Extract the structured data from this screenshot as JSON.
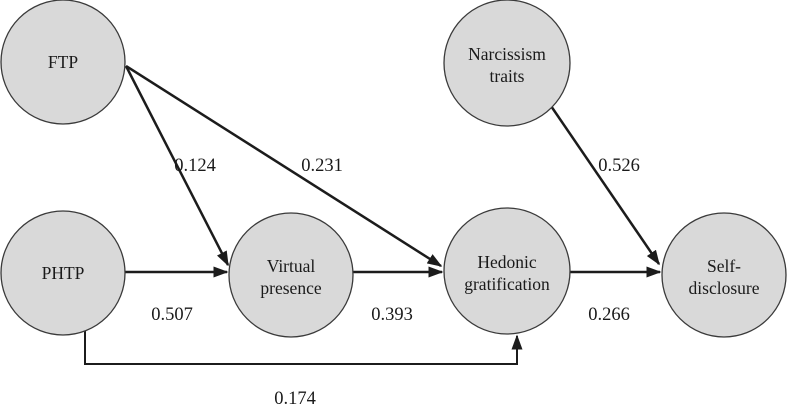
{
  "diagram": {
    "type": "path-model",
    "colors": {
      "background": "#ffffff",
      "node_fill": "#d9d9d9",
      "node_stroke": "#3a3a3a",
      "edge": "#1c1c1c",
      "text": "#1a1a1a"
    },
    "nodes": [
      {
        "id": "ftp",
        "lines": [
          "FTP"
        ]
      },
      {
        "id": "narcissism-traits",
        "lines": [
          "Narcissism",
          "traits"
        ]
      },
      {
        "id": "phtp",
        "lines": [
          "PHTP"
        ]
      },
      {
        "id": "virtual-presence",
        "lines": [
          "Virtual",
          "presence"
        ]
      },
      {
        "id": "hedonic-gratification",
        "lines": [
          "Hedonic",
          "gratification"
        ]
      },
      {
        "id": "self-disclosure",
        "lines": [
          "Self-",
          "disclosure"
        ]
      }
    ],
    "edges": [
      {
        "from": "FTP",
        "to": "Virtual presence",
        "coefficient": "0.124"
      },
      {
        "from": "FTP",
        "to": "Hedonic gratification",
        "coefficient": "0.231"
      },
      {
        "from": "Narcissism traits",
        "to": "Self-disclosure",
        "coefficient": "0.526"
      },
      {
        "from": "PHTP",
        "to": "Virtual presence",
        "coefficient": "0.507"
      },
      {
        "from": "Virtual presence",
        "to": "Hedonic gratification",
        "coefficient": "0.393"
      },
      {
        "from": "Hedonic gratification",
        "to": "Self-disclosure",
        "coefficient": "0.266"
      },
      {
        "from": "PHTP",
        "to": "Hedonic gratification",
        "coefficient": "0.174"
      }
    ]
  }
}
